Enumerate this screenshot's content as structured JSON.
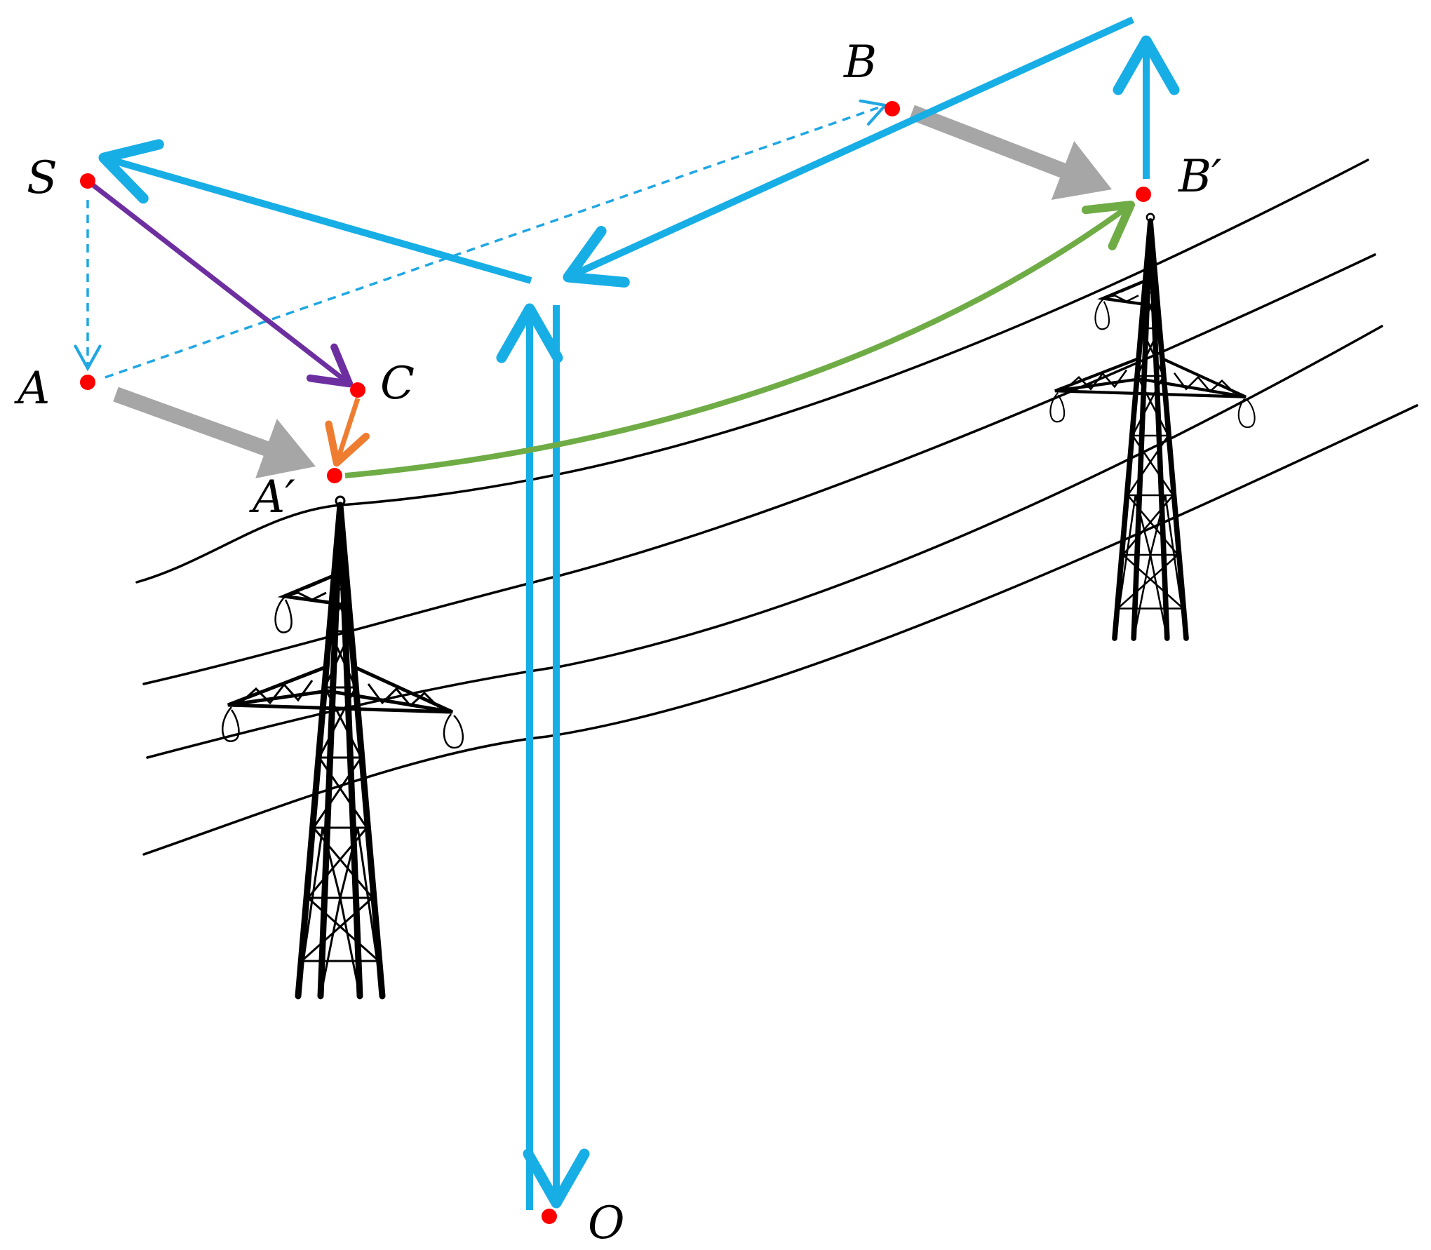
{
  "labels": {
    "S": "S",
    "A": "A",
    "C": "C",
    "A_prime": "A′",
    "B": "B",
    "B_prime": "B′",
    "O": "O"
  },
  "colors": {
    "background": "#ffffff",
    "point": "#ff0000",
    "frame_arrow": "#17aee6",
    "dashed_projection": "#1fa7e3",
    "purple_arrow": "#6d2fa0",
    "orange_arrow": "#ef7d31",
    "green_curve": "#6fac46",
    "gray_arrow": "#a6a6a6",
    "tower_and_wires": "#000000"
  },
  "icons": {
    "tower_left": "transmission-tower-icon",
    "tower_right": "transmission-tower-icon"
  }
}
